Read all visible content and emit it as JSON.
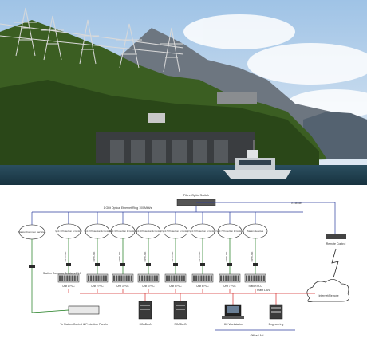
{
  "diagram": {
    "top_switch_label": "Fibre Optic Switch",
    "ring_label": "1 Gbit Optical Ethernet Ring 100 Mbit/s",
    "remote_label": "Internet/Remote",
    "remote_link_label": "Ethernet",
    "units": [
      {
        "circle": "Unit 1 Protection & Control",
        "fiber": "OPT LNK",
        "plc": "Unit 1 PLC"
      },
      {
        "circle": "Unit 2 Protection & Control",
        "fiber": "OPT LNK",
        "plc": "Unit 2 PLC"
      },
      {
        "circle": "Unit 3 Protection & Control",
        "fiber": "OPT LNK",
        "plc": "Unit 3 PLC"
      },
      {
        "circle": "Unit 4 Protection & Control",
        "fiber": "OPT LNK",
        "plc": "Unit 4 PLC"
      },
      {
        "circle": "Unit 5 Protection & Control",
        "fiber": "OPT LNK",
        "plc": "Unit 5 PLC"
      },
      {
        "circle": "Unit 6 Protection & Control",
        "fiber": "OPT LNK",
        "plc": "Unit 6 PLC"
      },
      {
        "circle": "Unit 7 Protection & Control",
        "fiber": "OPT LNK",
        "plc": "Unit 7 PLC"
      },
      {
        "circle": "Station Services",
        "fiber": "OPT LNK",
        "plc": "Station PLC"
      }
    ],
    "left_unit": {
      "circle": "Station Common Services",
      "label": "Station Common Services PLC"
    },
    "lan_label": "Plant LAN",
    "bottom_lan_label": "Office LAN",
    "servers": [
      {
        "label": "SCADA A"
      },
      {
        "label": "SCADA B"
      }
    ],
    "workstations": [
      {
        "label": "HMI Workstation"
      },
      {
        "label": "Engineering"
      }
    ],
    "gateway_label": "Remote Control",
    "bottom_left_label": "To Station Control & Protection Panels"
  }
}
